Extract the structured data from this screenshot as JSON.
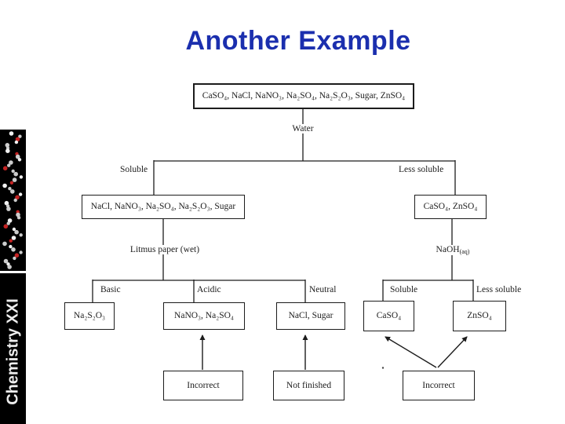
{
  "slide": {
    "title": "Another Example"
  },
  "sidebar": {
    "brand": "Chemistry XXI",
    "molecule_icon": "ball-and-stick-molecule-chain"
  },
  "flowchart": {
    "boxes": {
      "mixture": "CaSO₄, NaCl, NaNO₃, Na₂SO₄, Na₂S₂O₃, Sugar, ZnSO₄",
      "soluble_group": "NaCl, NaNO₃, Na₂SO₄, Na₂S₂O₃, Sugar",
      "less_soluble_group": "CaSO₄, ZnSO₄",
      "basic_result": "Na₂S₂O₃",
      "acidic_result": "NaNO₃, Na₂SO₄",
      "neutral_result": "NaCl, Sugar",
      "caso4": "CaSO₄",
      "znso4": "ZnSO₄",
      "incorrect_left": "Incorrect",
      "not_finished": "Not finished",
      "incorrect_right": "Incorrect"
    },
    "labels": {
      "water": "Water",
      "soluble": "Soluble",
      "less_soluble": "Less soluble",
      "litmus": "Litmus paper (wet)",
      "naoh": "NaOH",
      "naoh_subscript": "(aq)",
      "basic": "Basic",
      "acidic": "Acidic",
      "neutral": "Neutral",
      "soluble2": "Soluble",
      "less_soluble2": "Less soluble"
    }
  },
  "colors": {
    "title_blue": "#1b2fae",
    "sidebar_bg": "#000000",
    "sidebar_text": "#ededed",
    "diagram_ink": "#1c1c1c",
    "atom_red": "#c32222",
    "atom_gray": "#cccccc",
    "atom_white": "#f1f1f1"
  }
}
